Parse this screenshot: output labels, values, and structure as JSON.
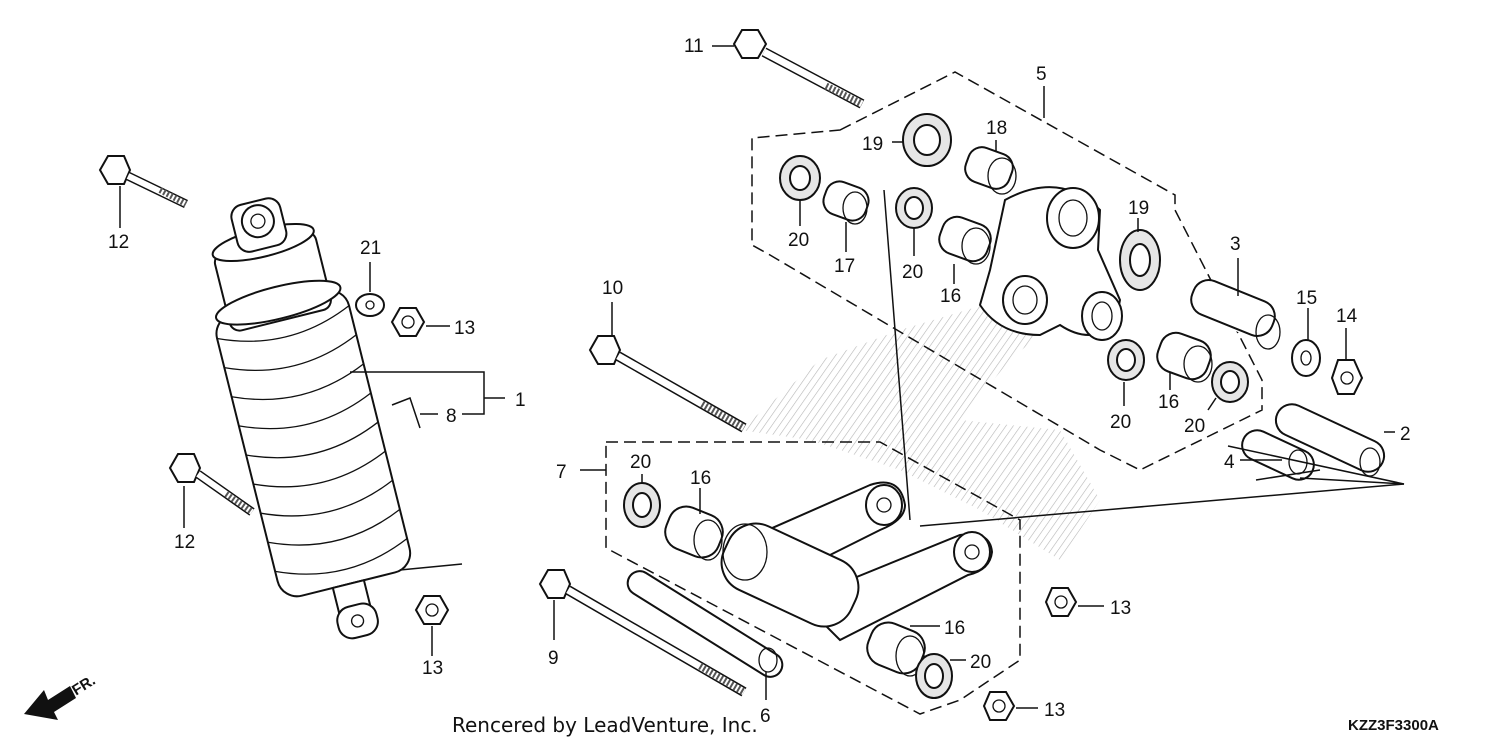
{
  "diagram": {
    "callouts": [
      {
        "id": "c1",
        "text": "1"
      },
      {
        "id": "c2",
        "text": "2"
      },
      {
        "id": "c3",
        "text": "3"
      },
      {
        "id": "c4",
        "text": "4"
      },
      {
        "id": "c5",
        "text": "5"
      },
      {
        "id": "c6",
        "text": "6"
      },
      {
        "id": "c7",
        "text": "7"
      },
      {
        "id": "c8",
        "text": "8"
      },
      {
        "id": "c9",
        "text": "9"
      },
      {
        "id": "c10",
        "text": "10"
      },
      {
        "id": "c11",
        "text": "11"
      },
      {
        "id": "c12a",
        "text": "12"
      },
      {
        "id": "c12b",
        "text": "12"
      },
      {
        "id": "c13a",
        "text": "13"
      },
      {
        "id": "c13b",
        "text": "13"
      },
      {
        "id": "c13c",
        "text": "13"
      },
      {
        "id": "c13d",
        "text": "13"
      },
      {
        "id": "c14",
        "text": "14"
      },
      {
        "id": "c15",
        "text": "15"
      },
      {
        "id": "c16a",
        "text": "16"
      },
      {
        "id": "c16b",
        "text": "16"
      },
      {
        "id": "c16c",
        "text": "16"
      },
      {
        "id": "c16d",
        "text": "16"
      },
      {
        "id": "c17",
        "text": "17"
      },
      {
        "id": "c18",
        "text": "18"
      },
      {
        "id": "c19a",
        "text": "19"
      },
      {
        "id": "c19b",
        "text": "19"
      },
      {
        "id": "c20a",
        "text": "20"
      },
      {
        "id": "c20b",
        "text": "20"
      },
      {
        "id": "c20c",
        "text": "20"
      },
      {
        "id": "c20d",
        "text": "20"
      },
      {
        "id": "c20e",
        "text": "20"
      },
      {
        "id": "c20f",
        "text": "20"
      },
      {
        "id": "c21",
        "text": "21"
      }
    ],
    "front_marker": "FR.",
    "footer": "Rencered by LeadVenture, Inc.",
    "diagram_code": "KZZ3F3300A"
  }
}
